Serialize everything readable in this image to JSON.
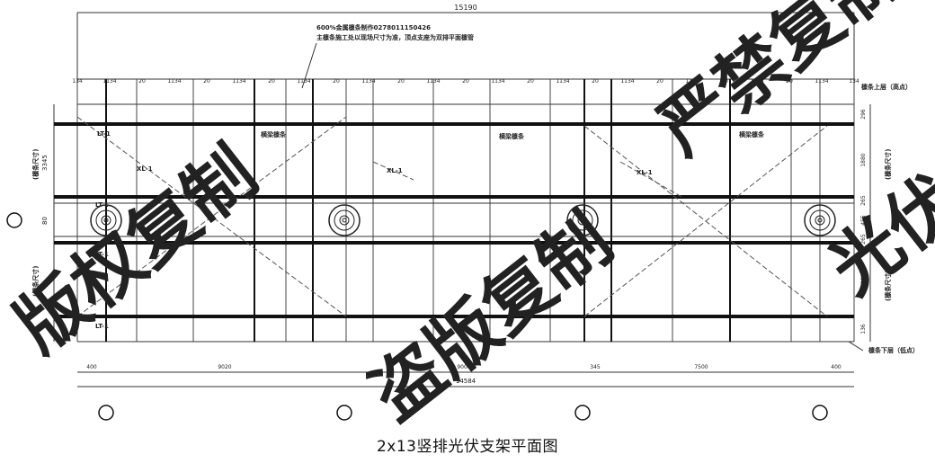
{
  "drawing": {
    "title": "2x13竖排光伏支架平面图",
    "total_top": "15190",
    "note_line1": "600%金属檩条制作0278011150426",
    "note_line2": "主檩条施工处以现场尺寸为准，顶点支座为双排平面檩管",
    "label_top_right": "檩条上层（高点）",
    "label_bottom_right": "檩条下层（低点）",
    "left_dim_top": "3345",
    "left_dim_mid": "80",
    "top_dims": [
      "134",
      "1134",
      "20",
      "1134",
      "20",
      "1134",
      "20",
      "1134",
      "20",
      "1134",
      "20",
      "1134",
      "20",
      "1134",
      "20",
      "1134",
      "20",
      "1134",
      "20",
      "1134",
      "20",
      "1134",
      "20",
      "1134",
      "134"
    ],
    "right_dims": [
      "296",
      "1880",
      "265",
      "455",
      "265",
      "1880",
      "136"
    ],
    "bottom_dims": [
      "400",
      "9020",
      "9000",
      "345",
      "7500",
      "400"
    ],
    "bottom_total": "14584",
    "tag_lt1": "LT-1",
    "tag_lt2": "LT-1",
    "tag_lt3": "LT-1",
    "tag_lt4": "LT-1",
    "tag_xl1_a": "XL-1",
    "tag_xl1_b": "XL-1",
    "tag_xl1_c": "XL-1",
    "purlin_label_1": "横梁檩条",
    "purlin_label_2": "横梁檩条",
    "purlin_label_3": "横梁檩条",
    "side_label_left_top": "(檩条尺寸)",
    "side_label_left_bottom": "(檩条尺寸)",
    "side_label_right_top": "(檩条尺寸)",
    "side_label_right_bottom": "(檩条尺寸)"
  },
  "watermark": {
    "text_1": "版权复制",
    "text_2": "严禁复制",
    "text_3": "盗版复制",
    "text_4": "光伏复制",
    "color": "#000000"
  }
}
